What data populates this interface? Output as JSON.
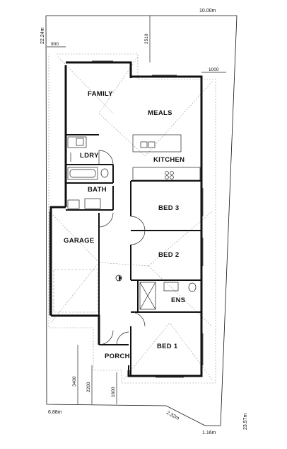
{
  "site": {
    "top_width": "10.00m",
    "left_depth": "22.24m",
    "right_depth": "23.57m",
    "bottom_left": "6.88m",
    "bottom_diag": "2.32m",
    "bottom_right": "1.16m"
  },
  "setbacks": {
    "side_left": "900",
    "side_right": "1000",
    "rear": "2510",
    "front_porch": "3400",
    "front_garage": "2200",
    "front_bed1": "1600"
  },
  "rooms": {
    "family": "FAMILY",
    "meals": "MEALS",
    "kitchen": "KITCHEN",
    "laundry": "LDRY",
    "bath": "BATH",
    "bed3": "BED 3",
    "bed2": "BED 2",
    "garage": "GARAGE",
    "ensuite": "ENS",
    "bed1": "BED 1",
    "porch": "PORCH"
  },
  "colors": {
    "wall": "#111111",
    "eave_line": "#9a9a9a"
  }
}
